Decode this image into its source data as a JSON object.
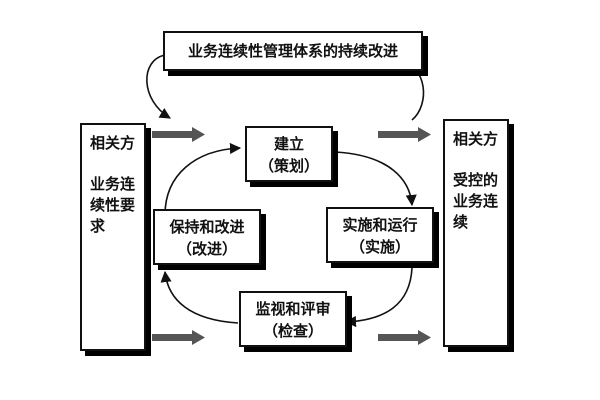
{
  "title": "业务连续性管理体系的持续改进",
  "left_panel": {
    "heading": "相关方",
    "lines": [
      "业务连",
      "续性要",
      "求"
    ]
  },
  "right_panel": {
    "heading": "相关方",
    "lines": [
      "受控的",
      "业务连",
      "续"
    ]
  },
  "cycle": {
    "plan": {
      "title": "建立",
      "sub": "（策划）"
    },
    "do": {
      "title": "实施和运行",
      "sub": "（实施）"
    },
    "check": {
      "title": "监视和评审",
      "sub": "（检查）"
    },
    "act": {
      "title": "保持和改进",
      "sub": "（改进）"
    }
  },
  "colors": {
    "line": "#111111",
    "arrow_fill": "#555555",
    "shadow": "#000000"
  }
}
